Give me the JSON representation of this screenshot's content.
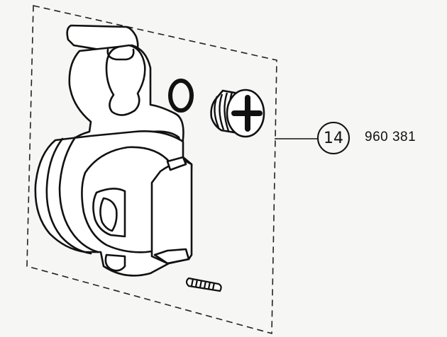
{
  "callout": {
    "number": "14",
    "part_number": "960 381"
  },
  "colors": {
    "ink": "#111111",
    "paper": "#f6f6f4"
  },
  "parts": [
    {
      "name": "housing-clip"
    },
    {
      "name": "o-ring"
    },
    {
      "name": "phillips-screw"
    },
    {
      "name": "set-screw"
    }
  ]
}
